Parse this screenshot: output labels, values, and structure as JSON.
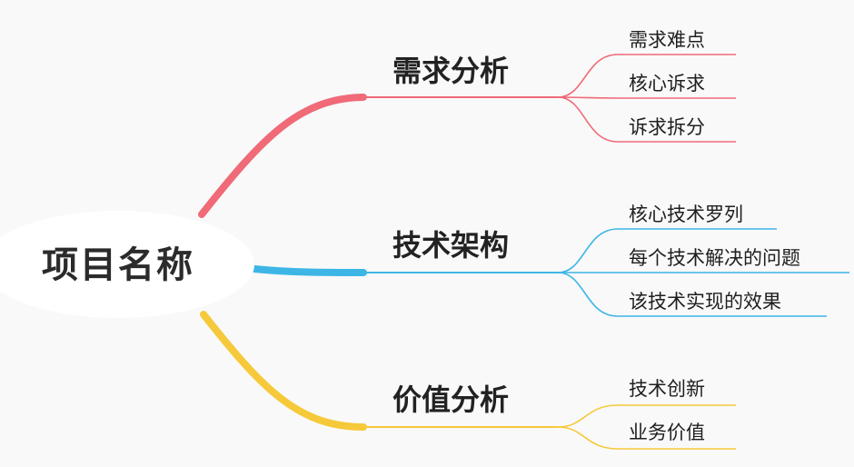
{
  "root": {
    "label": "项目名称"
  },
  "branches": [
    {
      "label": "需求分析",
      "color": "#f06a78",
      "leaves": [
        "需求难点",
        "核心诉求",
        "诉求拆分"
      ]
    },
    {
      "label": "技术架构",
      "color": "#3db6e6",
      "leaves": [
        "核心技术罗列",
        "每个技术解决的问题",
        "该技术实现的效果"
      ]
    },
    {
      "label": "价值分析",
      "color": "#f5c93a",
      "leaves": [
        "技术创新",
        "业务价值"
      ]
    }
  ]
}
